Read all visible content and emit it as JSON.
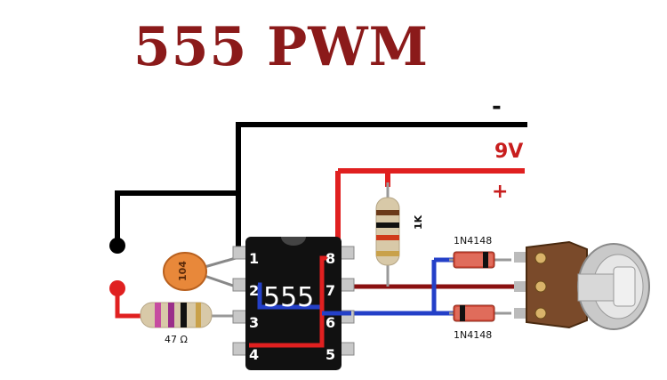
{
  "title": "555 PWM",
  "supply": {
    "minus": "-",
    "voltage": "9V",
    "plus": "+"
  },
  "ic": {
    "label": "555",
    "pins_left": [
      "1",
      "2",
      "3",
      "4"
    ],
    "pins_right": [
      "8",
      "7",
      "6",
      "5"
    ]
  },
  "components": {
    "capacitor_label": "104",
    "resistor_in_label": "47 Ω",
    "resistor_pullup_label": "1K",
    "diode_top_label": "1N4148",
    "diode_bottom_label": "1N4148"
  },
  "colors": {
    "title": "#8b1a1a",
    "wire_black": "#000000",
    "wire_red": "#e02020",
    "wire_blue": "#2440c8",
    "wire_darkred": "#8a1010",
    "ic_body": "#111111",
    "capacitor": "#e8883a"
  }
}
